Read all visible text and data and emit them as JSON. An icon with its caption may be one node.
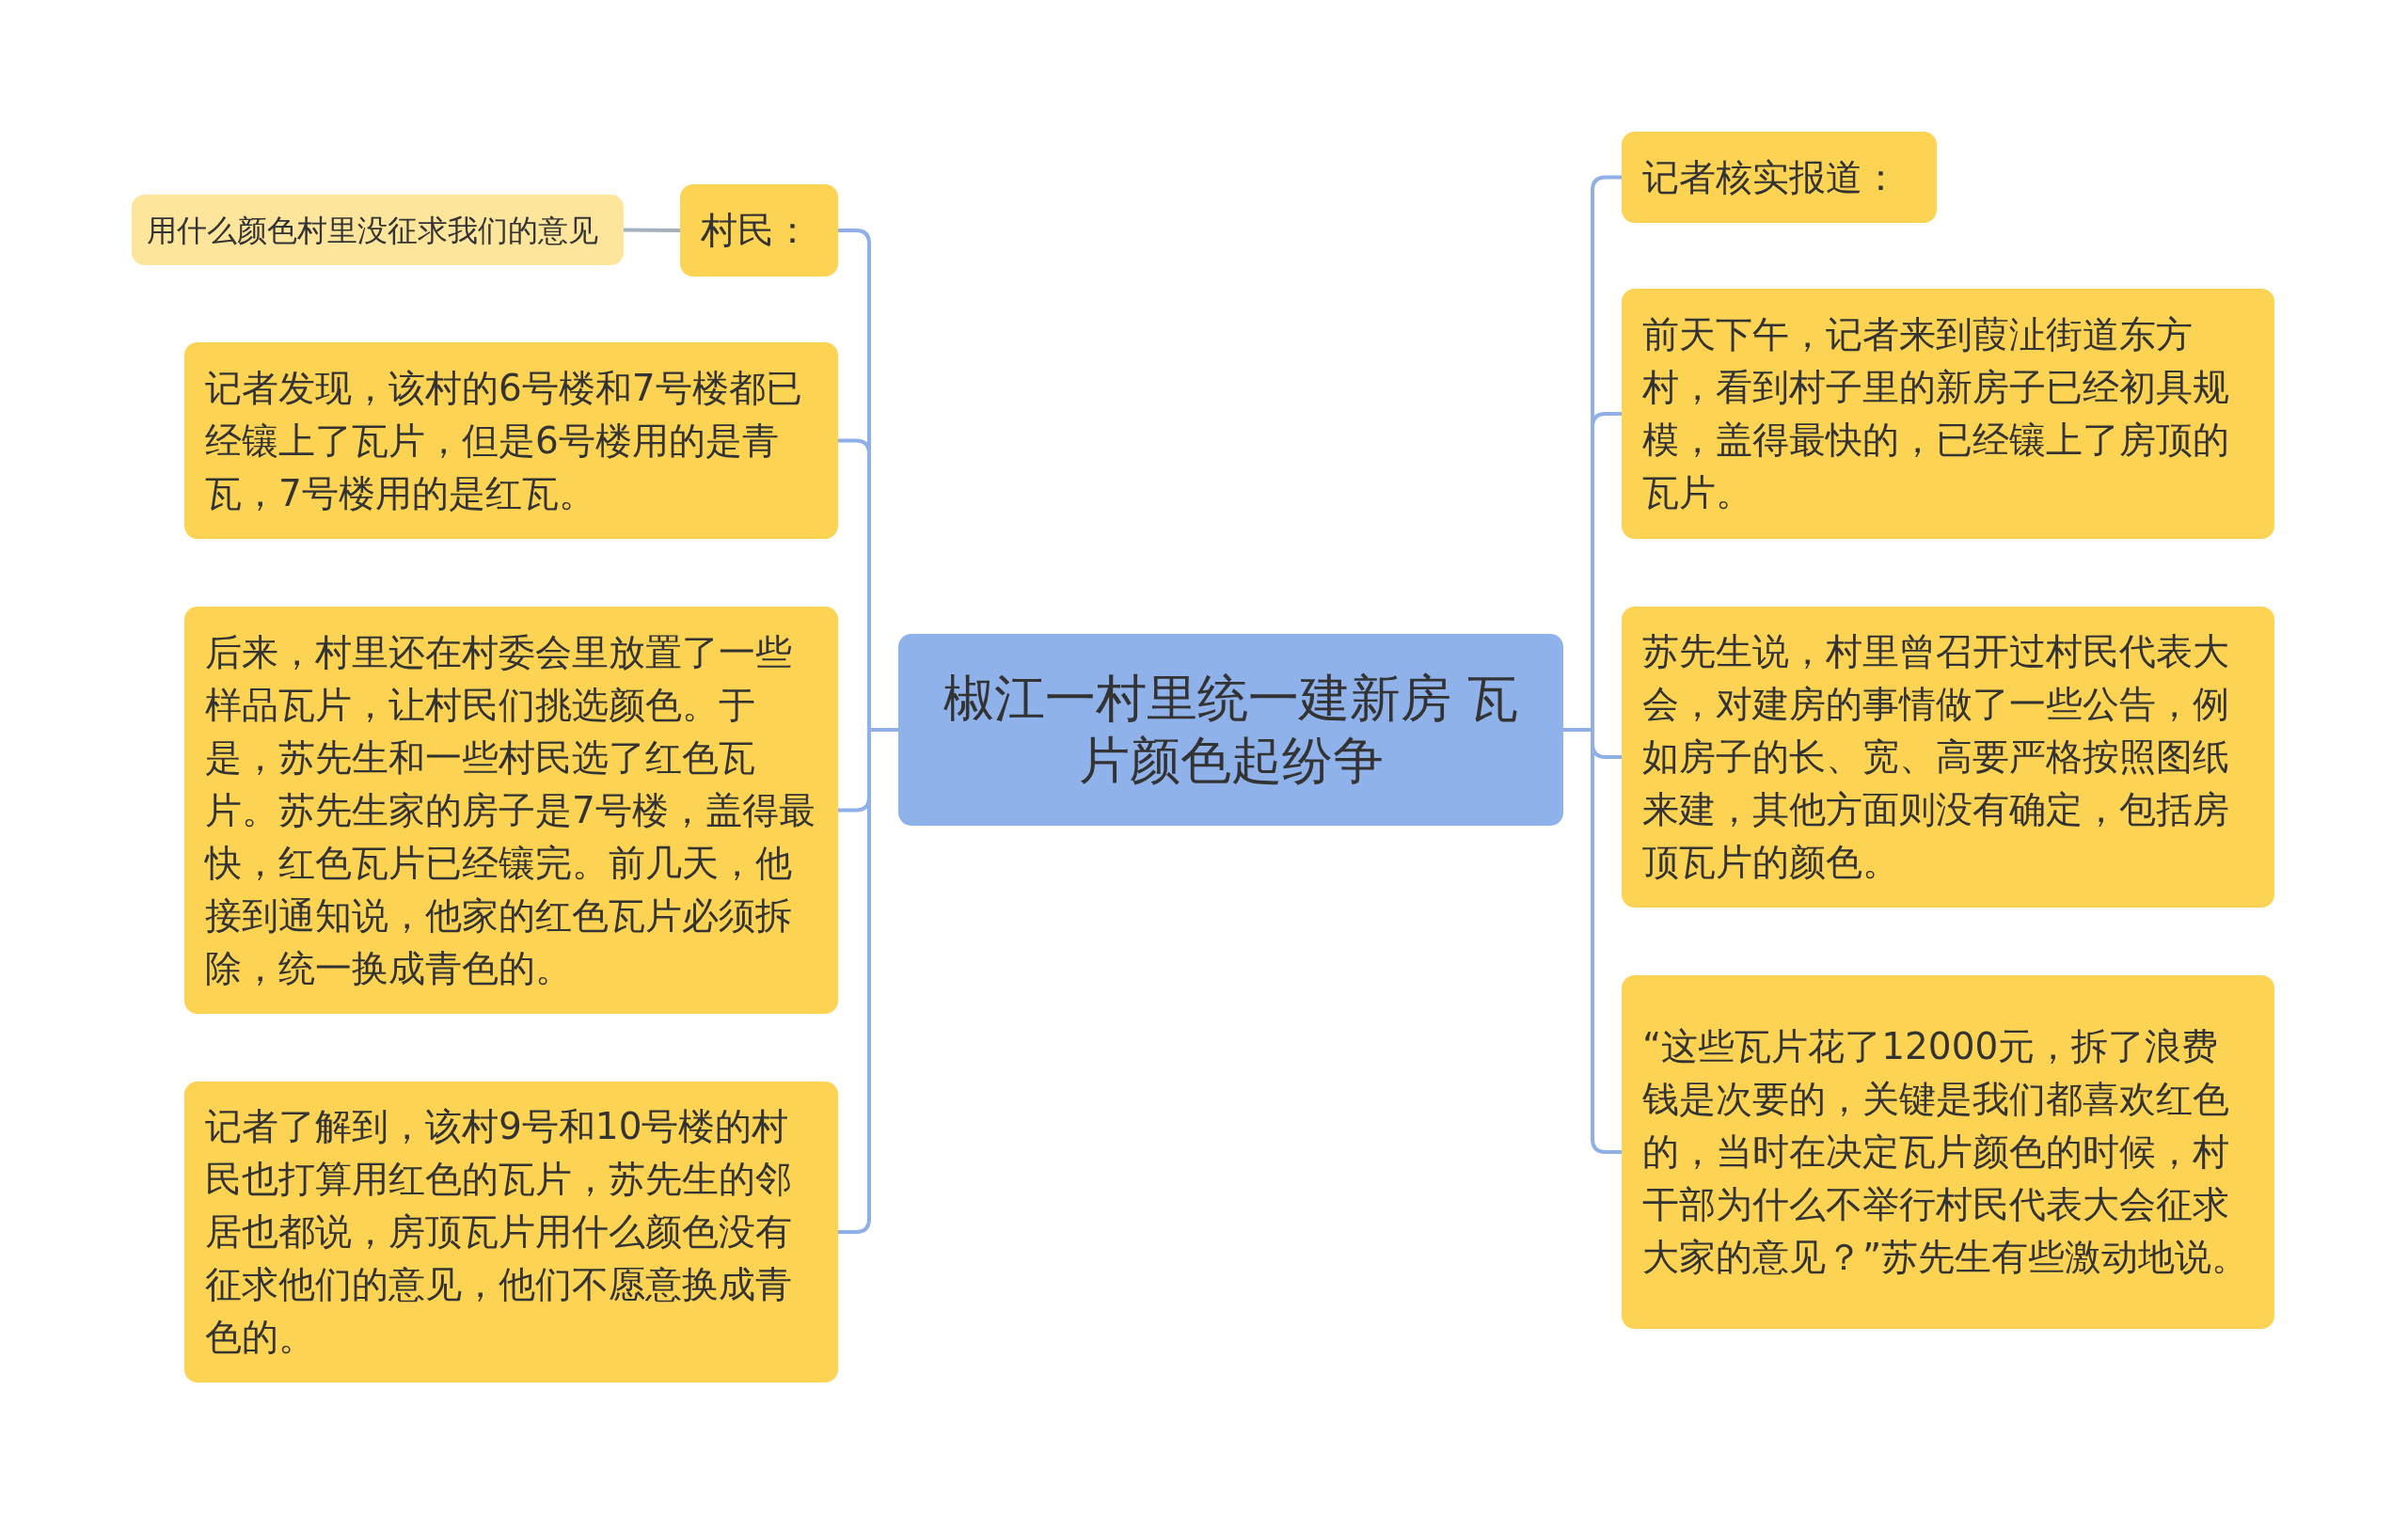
{
  "diagram": {
    "nodes": [
      {
        "text": [
          "椒江一村里统一建新房 瓦片颜色起纷争"
        ]
      },
      {
        "text": [
          "村民："
        ]
      },
      {
        "text": [
          "用什么颜色村里没征求我们的意见"
        ]
      },
      {
        "text": [
          "记者发现，该村的6号楼和7号楼都已经镶上了瓦片，但是6号楼用的是青瓦，7号楼用的是红瓦。"
        ]
      },
      {
        "text": [
          "后来，村里还在村委会里放置了一些样品瓦片，让村民们挑选颜色。于是，苏先生和一些村民选了红色瓦片。苏先生家的房子是7号楼，盖得最快，红色瓦片已经镶完。前几天，他接到通知说，他家的红色瓦片必须拆除，统一换成青色的。"
        ]
      },
      {
        "text": [
          "记者了解到，该村9号和10号楼的村民也打算用红色的瓦片，苏先生的邻居也都说，房顶瓦片用什么颜色没有征求他们的意见，他们不愿意换成青色的。"
        ]
      },
      {
        "text": [
          "记者核实报道："
        ]
      },
      {
        "text": [
          "前天下午，记者来到葭沚街道东方村，看到村子里的新房子已经初具规模，盖得最快的，已经镶上了房顶的瓦片。"
        ]
      },
      {
        "text": [
          "苏先生说，村里曾召开过村民代表大会，对建房的事情做了一些公告，例如房子的长、宽、高要严格按照图纸来建，其他方面则没有确定，包括房顶瓦片的颜色。"
        ]
      },
      {
        "text": [
          "“这些瓦片花了12000元，拆了浪费钱是次要的，关键是我们都喜欢红色的，当时在决定瓦片颜色的时候，村干部为什么不举行村民代表大会征求大家的意见？”苏先生有些激动地说。"
        ]
      }
    ],
    "edges": [
      {
        "from": 0,
        "to": 1,
        "arrow": "none"
      },
      {
        "from": 1,
        "to": 2,
        "arrow": "none",
        "color": "#a3b1bf"
      },
      {
        "from": 0,
        "to": 3,
        "arrow": "none"
      },
      {
        "from": 0,
        "to": 4,
        "arrow": "none"
      },
      {
        "from": 0,
        "to": 5,
        "arrow": "none"
      },
      {
        "from": 0,
        "to": 6,
        "arrow": "none"
      },
      {
        "from": 0,
        "to": 7,
        "arrow": "none"
      },
      {
        "from": 0,
        "to": 8,
        "arrow": "none"
      },
      {
        "from": 0,
        "to": 9,
        "arrow": "none"
      }
    ]
  }
}
